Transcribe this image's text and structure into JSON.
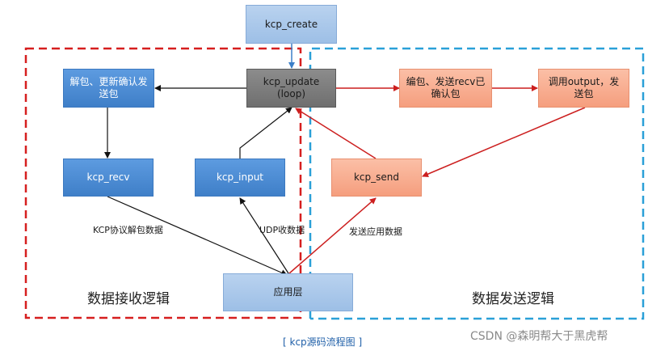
{
  "nodes": {
    "kcp_create": "kcp_create",
    "kcp_update_line1": "kcp_update",
    "kcp_update_line2": "(loop)",
    "unpack": "解包、更新确认发送包",
    "encode": "编包、发送recv已确认包",
    "output": "调用output，发送包",
    "kcp_recv": "kcp_recv",
    "kcp_input": "kcp_input",
    "kcp_send": "kcp_send",
    "app_layer": "应用层"
  },
  "edge_labels": {
    "kcp_decode": "KCP协议解包数据",
    "udp_recv": "UDP收数据",
    "send_app": "发送应用数据"
  },
  "regions": {
    "receive": "数据接收逻辑",
    "send": "数据发送逻辑"
  },
  "caption": "[ kcp源码流程图 ]",
  "watermark": "CSDN @森明帮大于黑虎帮",
  "colors": {
    "receive_border": "#d61f1f",
    "send_border": "#2aa0d8",
    "black_arrow": "#111111",
    "red_arrow": "#cc1f1f",
    "blue_arrow": "#3b7fc8"
  }
}
